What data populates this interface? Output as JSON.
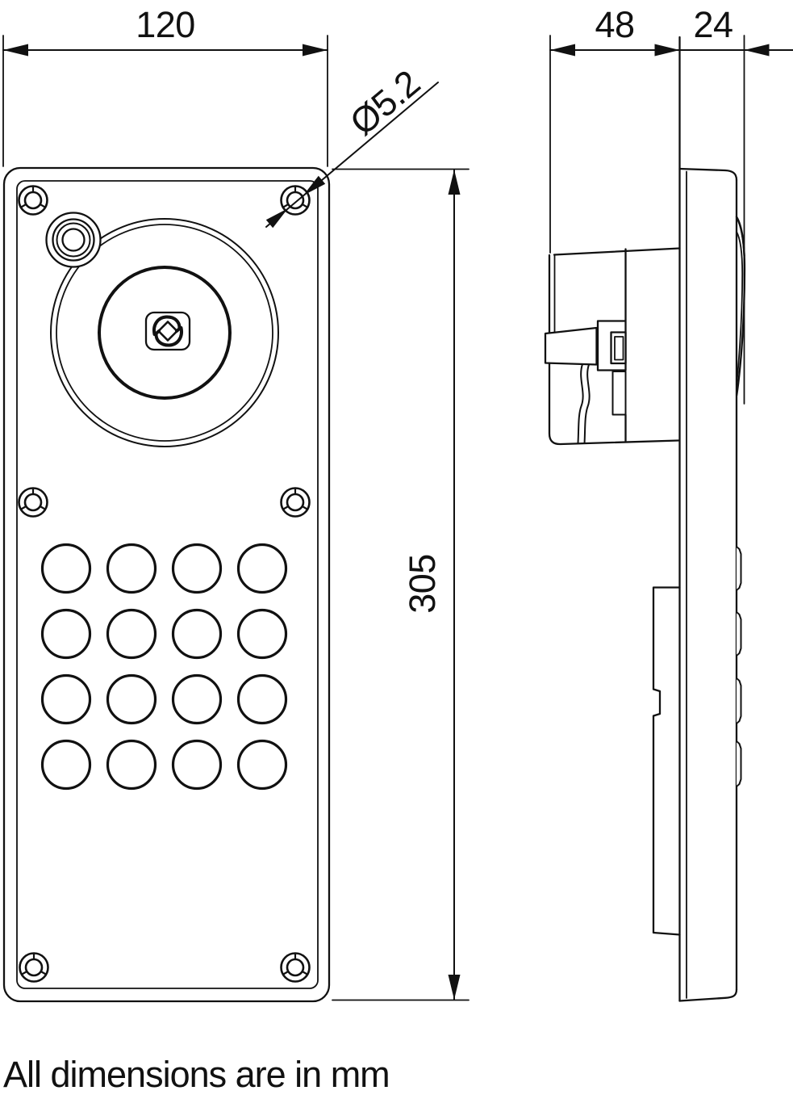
{
  "drawing": {
    "dimensions": {
      "front_width_mm": "120",
      "front_height_mm": "305",
      "hole_diameter": "Ø5.2",
      "box_depth_mm": "48",
      "panel_depth_mm": "24"
    },
    "note": "All dimensions are in mm",
    "colors": {
      "line": "#111111",
      "background": "#ffffff"
    }
  }
}
